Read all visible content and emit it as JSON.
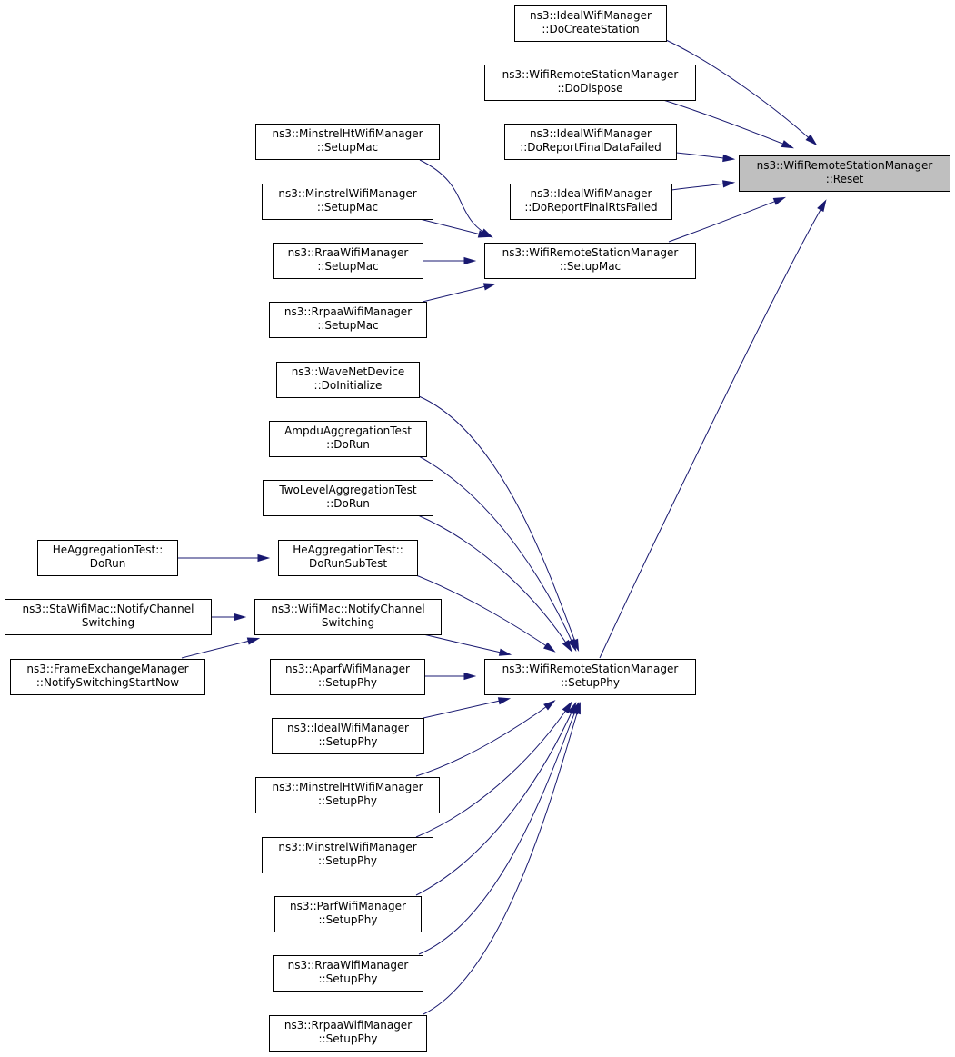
{
  "diagram": {
    "nodes": [
      {
        "id": "reset",
        "focus": true,
        "lines": [
          "ns3::WifiRemoteStationManager",
          "::Reset"
        ]
      },
      {
        "id": "ideal_docreate",
        "lines": [
          "ns3::IdealWifiManager",
          "::DoCreateStation"
        ]
      },
      {
        "id": "wrsm_dodispose",
        "lines": [
          "ns3::WifiRemoteStationManager",
          "::DoDispose"
        ]
      },
      {
        "id": "ideal_dorepdata",
        "lines": [
          "ns3::IdealWifiManager",
          "::DoReportFinalDataFailed"
        ]
      },
      {
        "id": "ideal_doreprts",
        "lines": [
          "ns3::IdealWifiManager",
          "::DoReportFinalRtsFailed"
        ]
      },
      {
        "id": "wrsm_setupmac",
        "lines": [
          "ns3::WifiRemoteStationManager",
          "::SetupMac"
        ]
      },
      {
        "id": "minht_setupmac",
        "lines": [
          "ns3::MinstrelHtWifiManager",
          "::SetupMac"
        ]
      },
      {
        "id": "min_setupmac",
        "lines": [
          "ns3::MinstrelWifiManager",
          "::SetupMac"
        ]
      },
      {
        "id": "rraa_setupmac",
        "lines": [
          "ns3::RraaWifiManager",
          "::SetupMac"
        ]
      },
      {
        "id": "rrpaa_setupmac",
        "lines": [
          "ns3::RrpaaWifiManager",
          "::SetupMac"
        ]
      },
      {
        "id": "wrsm_setupphy",
        "lines": [
          "ns3::WifiRemoteStationManager",
          "::SetupPhy"
        ]
      },
      {
        "id": "wave_doinit",
        "lines": [
          "ns3::WaveNetDevice",
          "::DoInitialize"
        ]
      },
      {
        "id": "ampdu_dorun",
        "lines": [
          "AmpduAggregationTest",
          "::DoRun"
        ]
      },
      {
        "id": "twolevel_dorun",
        "lines": [
          "TwoLevelAggregationTest",
          "::DoRun"
        ]
      },
      {
        "id": "he_dorunsub",
        "lines": [
          "HeAggregationTest::",
          "DoRunSubTest"
        ]
      },
      {
        "id": "he_dorun",
        "lines": [
          "HeAggregationTest::",
          "DoRun"
        ]
      },
      {
        "id": "wifimac_notify",
        "lines": [
          "ns3::WifiMac::NotifyChannel",
          "Switching"
        ]
      },
      {
        "id": "sta_notify",
        "lines": [
          "ns3::StaWifiMac::NotifyChannel",
          "Switching"
        ]
      },
      {
        "id": "fem_notify",
        "lines": [
          "ns3::FrameExchangeManager",
          "::NotifySwitchingStartNow"
        ]
      },
      {
        "id": "aparf_setupphy",
        "lines": [
          "ns3::AparfWifiManager",
          "::SetupPhy"
        ]
      },
      {
        "id": "ideal_setupphy",
        "lines": [
          "ns3::IdealWifiManager",
          "::SetupPhy"
        ]
      },
      {
        "id": "minht_setupphy",
        "lines": [
          "ns3::MinstrelHtWifiManager",
          "::SetupPhy"
        ]
      },
      {
        "id": "min_setupphy",
        "lines": [
          "ns3::MinstrelWifiManager",
          "::SetupPhy"
        ]
      },
      {
        "id": "parf_setupphy",
        "lines": [
          "ns3::ParfWifiManager",
          "::SetupPhy"
        ]
      },
      {
        "id": "rraa_setupphy",
        "lines": [
          "ns3::RraaWifiManager",
          "::SetupPhy"
        ]
      },
      {
        "id": "rrpaa_setupphy",
        "lines": [
          "ns3::RrpaaWifiManager",
          "::SetupPhy"
        ]
      }
    ],
    "edges": [
      {
        "from": "ideal_docreate",
        "to": "reset"
      },
      {
        "from": "wrsm_dodispose",
        "to": "reset"
      },
      {
        "from": "ideal_dorepdata",
        "to": "reset"
      },
      {
        "from": "ideal_doreprts",
        "to": "reset"
      },
      {
        "from": "wrsm_setupmac",
        "to": "reset"
      },
      {
        "from": "wrsm_setupphy",
        "to": "reset"
      },
      {
        "from": "minht_setupmac",
        "to": "wrsm_setupmac"
      },
      {
        "from": "min_setupmac",
        "to": "wrsm_setupmac"
      },
      {
        "from": "rraa_setupmac",
        "to": "wrsm_setupmac"
      },
      {
        "from": "rrpaa_setupmac",
        "to": "wrsm_setupmac"
      },
      {
        "from": "wave_doinit",
        "to": "wrsm_setupphy"
      },
      {
        "from": "ampdu_dorun",
        "to": "wrsm_setupphy"
      },
      {
        "from": "twolevel_dorun",
        "to": "wrsm_setupphy"
      },
      {
        "from": "he_dorunsub",
        "to": "wrsm_setupphy"
      },
      {
        "from": "wifimac_notify",
        "to": "wrsm_setupphy"
      },
      {
        "from": "aparf_setupphy",
        "to": "wrsm_setupphy"
      },
      {
        "from": "ideal_setupphy",
        "to": "wrsm_setupphy"
      },
      {
        "from": "minht_setupphy",
        "to": "wrsm_setupphy"
      },
      {
        "from": "min_setupphy",
        "to": "wrsm_setupphy"
      },
      {
        "from": "parf_setupphy",
        "to": "wrsm_setupphy"
      },
      {
        "from": "rraa_setupphy",
        "to": "wrsm_setupphy"
      },
      {
        "from": "rrpaa_setupphy",
        "to": "wrsm_setupphy"
      },
      {
        "from": "he_dorun",
        "to": "he_dorunsub"
      },
      {
        "from": "sta_notify",
        "to": "wifimac_notify"
      },
      {
        "from": "fem_notify",
        "to": "wifimac_notify"
      }
    ],
    "colors": {
      "edge": "#191970",
      "focus_fill": "#bfbfbf",
      "node_fill": "#ffffff",
      "border": "#000000"
    }
  }
}
